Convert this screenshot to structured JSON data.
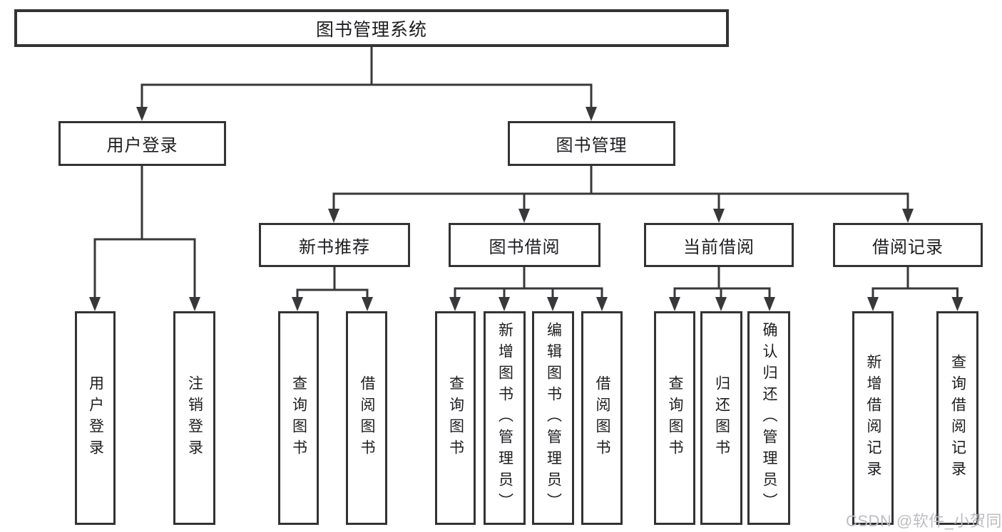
{
  "colors": {
    "line": "#38383a",
    "node_border": "#333335",
    "text": "#1d1d20",
    "watermark": "#bdbdc2",
    "background": "#ffffff"
  },
  "watermark": {
    "text": "CSDN @软件_小贺同学"
  },
  "tree": {
    "root": {
      "label": "图书管理系统"
    },
    "branches": [
      {
        "label": "用户登录",
        "children": [
          {
            "label": "用户登录"
          },
          {
            "label": "注销登录"
          }
        ]
      },
      {
        "label": "图书管理",
        "children": [
          {
            "label": "新书推荐",
            "children": [
              {
                "label": "查询图书"
              },
              {
                "label": "借阅图书"
              }
            ]
          },
          {
            "label": "图书借阅",
            "children": [
              {
                "label": "查询图书"
              },
              {
                "label": "新增图书（管理员）"
              },
              {
                "label": "编辑图书（管理员）"
              },
              {
                "label": "借阅图书"
              }
            ]
          },
          {
            "label": "当前借阅",
            "children": [
              {
                "label": "查询图书"
              },
              {
                "label": "归还图书"
              },
              {
                "label": "确认归还（管理员）"
              }
            ]
          },
          {
            "label": "借阅记录",
            "children": [
              {
                "label": "新增借阅记录"
              },
              {
                "label": "查询借阅记录"
              }
            ]
          }
        ]
      }
    ]
  }
}
